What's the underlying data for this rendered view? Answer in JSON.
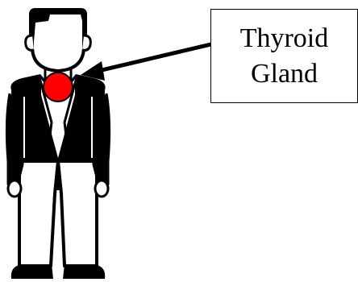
{
  "label": {
    "line1": "Thyroid",
    "line2": "Gland"
  },
  "colors": {
    "outline": "#000000",
    "gland": "#ff0000",
    "background": "#ffffff"
  },
  "icons": {
    "figure": "person-icon",
    "gland": "thyroid-marker",
    "pointer": "arrow-icon"
  }
}
